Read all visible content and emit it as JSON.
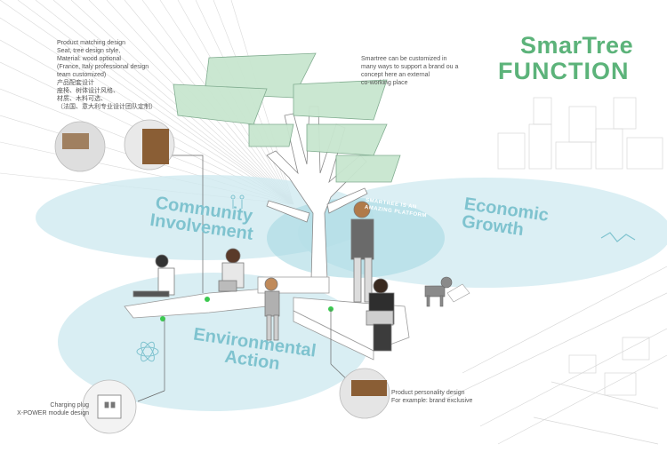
{
  "title": {
    "line1": "SmarTree",
    "line2": "FUNCTION"
  },
  "notes": {
    "product_matching": "Product matching design\nSeat, tree design style,\nMaterial: wood optional\n(France, Italy professional design\nteam customized)\n产品配套设计\n座椅、树体设计风格、\n材质、木料可选、\n（法国、意大利专业设计团队定制）",
    "customized": "Smartree can be customized in\nmany ways to support a brand ou a\nconcept here an external\nco-working place",
    "charging": "Charging plug\nX-POWER module design",
    "personality": "Product personality design\nFor example: brand exclusive"
  },
  "labels": {
    "community": "Community\nInvolvement",
    "economic": "Economic\nGrowth",
    "environmental": "Environmental\nAction",
    "platform": "SMARTREE IS AN\nAMAZING PLATFORM"
  },
  "colors": {
    "accent": "#5cb37a",
    "ring": "#bfe4ea",
    "ring_text": "#7fc3cf",
    "leaf": "#c8e6cf",
    "leaf_stroke": "#7aa88a"
  },
  "icons": [
    "people-icon",
    "atom-icon",
    "trend-line-icon",
    "socket-icon"
  ]
}
